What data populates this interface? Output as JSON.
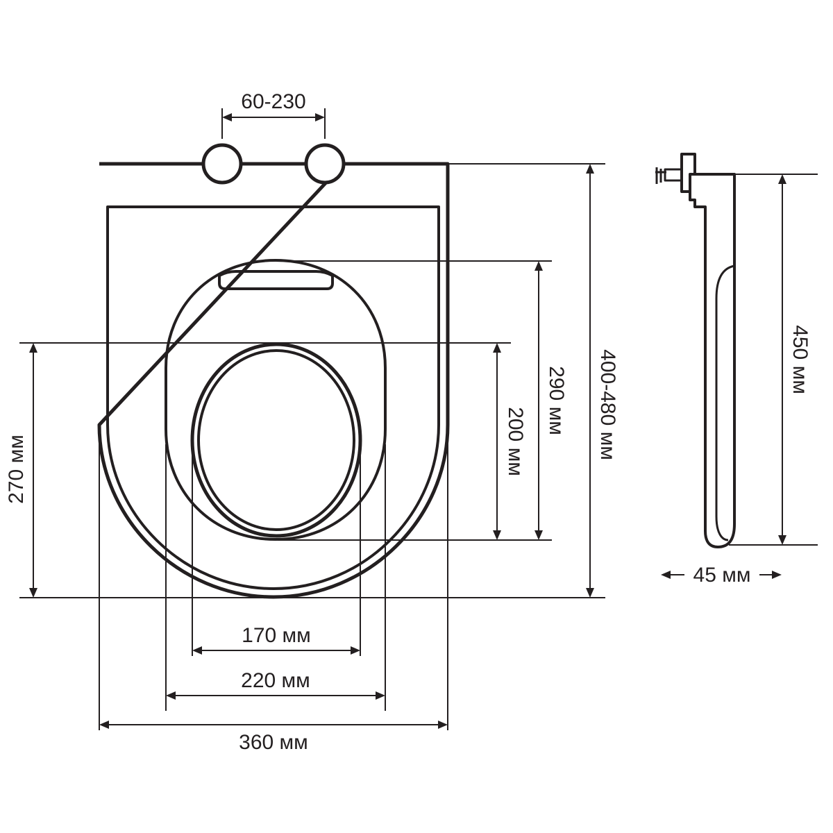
{
  "colors": {
    "line": "#231f20",
    "background": "#ffffff"
  },
  "front_view": {
    "hinge_distance": "60-230",
    "total_length": "400-480 мм",
    "lid_length": "290 мм",
    "opening_length": "200 мм",
    "seat_length": "270 мм",
    "opening_width": "170 мм",
    "seat_inner_width": "220 мм",
    "total_width": "360 мм"
  },
  "side_view": {
    "length": "450 мм",
    "thickness": "45 мм"
  }
}
